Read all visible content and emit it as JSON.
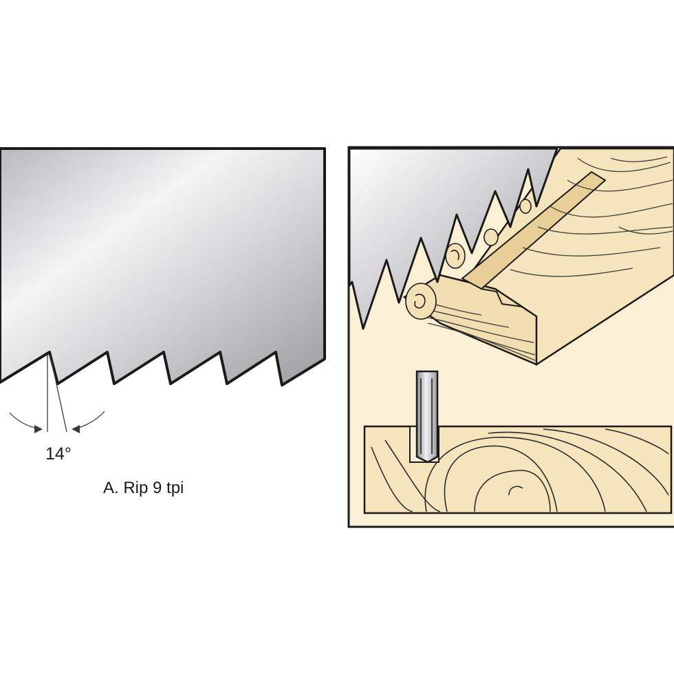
{
  "figure": {
    "angle_label": "14°",
    "caption": "A. Rip 9 tpi"
  },
  "colors": {
    "background": "#ffffff",
    "outline": "#1a1a1a",
    "blade_light": "#ffffff",
    "blade_mid": "#d7d7d9",
    "blade_dark": "#a6a6aa",
    "wood": "#f5e6c2",
    "wood_panel": "#fbf0d5",
    "grain": "#2a2a2a"
  },
  "icons": {
    "left_panel": "rip-saw-blade-profile",
    "right_panel": "saw-teeth-cutting-kerf-in-board"
  }
}
